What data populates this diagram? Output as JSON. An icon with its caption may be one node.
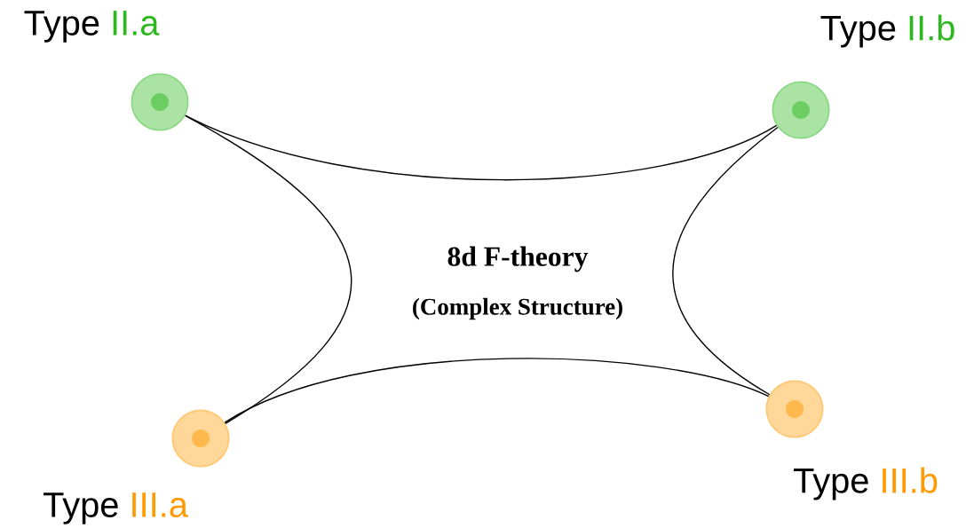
{
  "diagram": {
    "nodes": [
      {
        "text": [],
        "shape": "circle",
        "beside": [
          "Type",
          "II.a"
        ]
      },
      {
        "text": [],
        "shape": "circle",
        "beside": [
          "Type",
          "II.b"
        ]
      },
      {
        "text": [],
        "shape": "circle",
        "beside": [
          "Type",
          "III.a"
        ]
      },
      {
        "text": [],
        "shape": "circle",
        "beside": [
          "Type",
          "III.b"
        ]
      }
    ],
    "edges": [
      {
        "from": 0,
        "to": 1,
        "arrow": "none"
      },
      {
        "from": 0,
        "to": 2,
        "arrow": "none"
      },
      {
        "from": 1,
        "to": 3,
        "arrow": "none"
      },
      {
        "from": 2,
        "to": 3,
        "arrow": "none"
      }
    ],
    "labels": [
      "8d F-theory",
      "(Complex Structure)"
    ]
  }
}
